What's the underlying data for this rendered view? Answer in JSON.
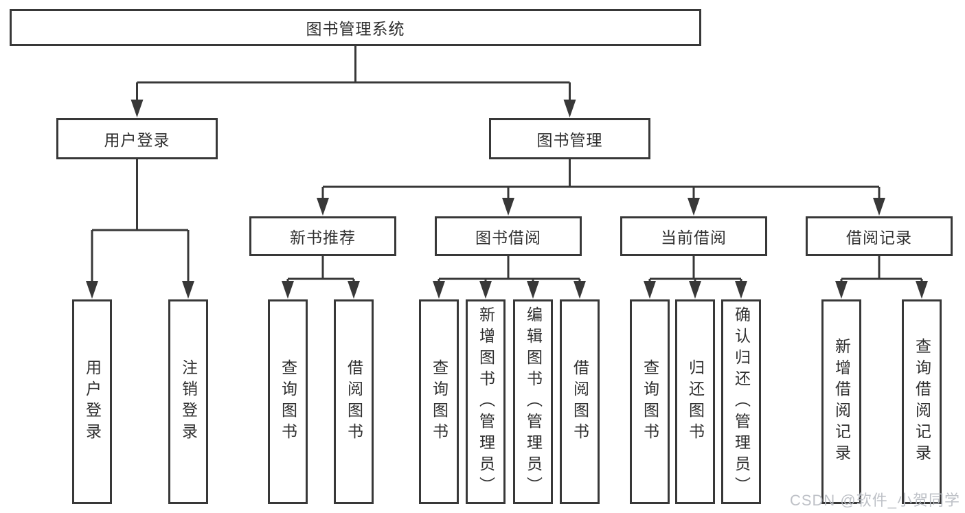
{
  "diagram": {
    "root": {
      "label": "图书管理系统"
    },
    "level2": [
      {
        "label": "用户登录"
      },
      {
        "label": "图书管理"
      }
    ],
    "level3": [
      {
        "label": "新书推荐"
      },
      {
        "label": "图书借阅"
      },
      {
        "label": "当前借阅"
      },
      {
        "label": "借阅记录"
      }
    ],
    "leaves": [
      {
        "label": "用户登录"
      },
      {
        "label": "注销登录"
      },
      {
        "label": "查询图书"
      },
      {
        "label": "借阅图书"
      },
      {
        "label": "查询图书"
      },
      {
        "label": "新增图书（管理员）"
      },
      {
        "label": "编辑图书（管理员）"
      },
      {
        "label": "借阅图书"
      },
      {
        "label": "查询图书"
      },
      {
        "label": "归还图书"
      },
      {
        "label": "确认归还（管理员）"
      },
      {
        "label": "新增借阅记录"
      },
      {
        "label": "查询借阅记录"
      }
    ]
  },
  "watermark": {
    "text": "CSDN @软件_小贺同学"
  },
  "colors": {
    "line": "#383838",
    "border": "#383838",
    "text": "#2f2f2f",
    "watermark": "#babec4",
    "background": "#ffffff"
  }
}
